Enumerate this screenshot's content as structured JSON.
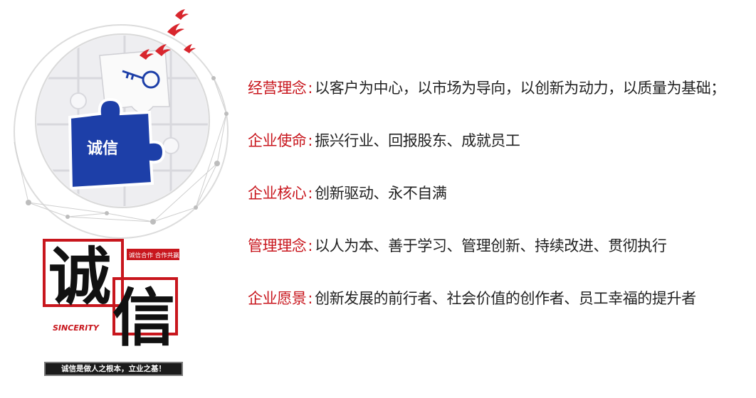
{
  "art": {
    "puzzle_text": "诚信",
    "badge_text": "诚信合作 合作共赢",
    "big_char_1": "诚",
    "big_char_2": "信",
    "sincerity": "SINCERITY",
    "banner": "诚信是做人之根本，立业之基！"
  },
  "values": [
    {
      "label": "经营理念",
      "sep": ":",
      "text": "以客户为中心，以市场为导向，以创新为动力，以质量为基础；"
    },
    {
      "label": "企业使命",
      "sep": ":",
      "text": "振兴行业、回报股东、成就员工"
    },
    {
      "label": "企业核心",
      "sep": ":",
      "text": "创新驱动、永不自满"
    },
    {
      "label": "管理理念",
      "sep": ":",
      "text": "以人为本、善于学习、管理创新、持续改进、贯彻执行"
    },
    {
      "label": "企业愿景",
      "sep": ":",
      "text": "创新发展的前行者、社会价值的创作者、员工幸福的提升者"
    }
  ],
  "colors": {
    "accent_red": "#c8161d",
    "puzzle_blue": "#1d3fa8",
    "text": "#222222"
  }
}
